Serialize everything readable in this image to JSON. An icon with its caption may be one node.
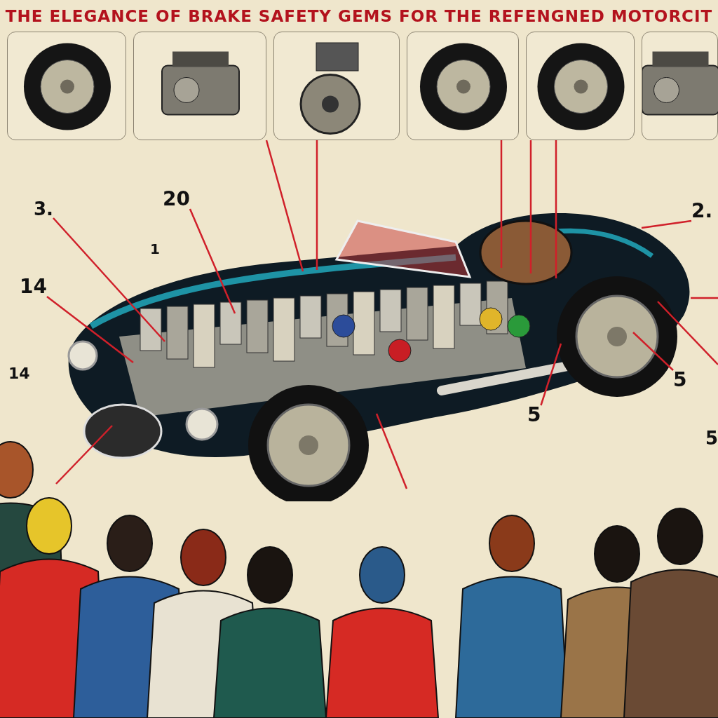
{
  "diagram": {
    "title": "THE ELEGANCE OF BRAKE SAFETY GEMS FOR THE REFENGNED MOTORCIT",
    "nodes": [
      {
        "text": [],
        "shape": "picture"
      },
      {
        "text": [],
        "shape": "picture"
      },
      {
        "text": [],
        "shape": "picture"
      },
      {
        "text": [],
        "shape": "picture"
      },
      {
        "text": [],
        "shape": "picture"
      },
      {
        "text": [],
        "shape": "picture"
      },
      {
        "text": [
          "3."
        ]
      },
      {
        "text": [
          "20"
        ]
      },
      {
        "text": [
          "1"
        ]
      },
      {
        "text": [
          "14"
        ]
      },
      {
        "text": [
          "14"
        ]
      },
      {
        "text": [
          "2."
        ]
      },
      {
        "text": [
          "5"
        ]
      },
      {
        "text": [
          "5"
        ]
      },
      {
        "text": [
          "5"
        ]
      },
      {
        "text": [],
        "shape": "picture"
      }
    ],
    "edges": [
      {
        "from": 6,
        "to": 15,
        "arrow": "none"
      },
      {
        "from": 7,
        "to": 15,
        "arrow": "none"
      },
      {
        "from": 9,
        "to": 15,
        "arrow": "none"
      },
      {
        "from": 11,
        "to": 15,
        "arrow": "none"
      },
      {
        "from": 12,
        "to": 15,
        "arrow": "none"
      },
      {
        "from": 13,
        "to": 15,
        "arrow": "none"
      },
      {
        "from": 1,
        "to": 15,
        "arrow": "none"
      },
      {
        "from": 2,
        "to": 15,
        "arrow": "none"
      },
      {
        "from": 3,
        "to": 15,
        "arrow": "none"
      },
      {
        "from": 4,
        "to": 15,
        "arrow": "none"
      },
      {
        "from": 4,
        "to": 15,
        "arrow": "none"
      },
      {
        "from": null,
        "to": 15,
        "arrow": "none"
      },
      {
        "from": null,
        "to": 15,
        "arrow": "none"
      },
      {
        "from": null,
        "to": 15,
        "arrow": "none"
      },
      {
        "from": null,
        "to": 15,
        "arrow": "none"
      }
    ]
  }
}
